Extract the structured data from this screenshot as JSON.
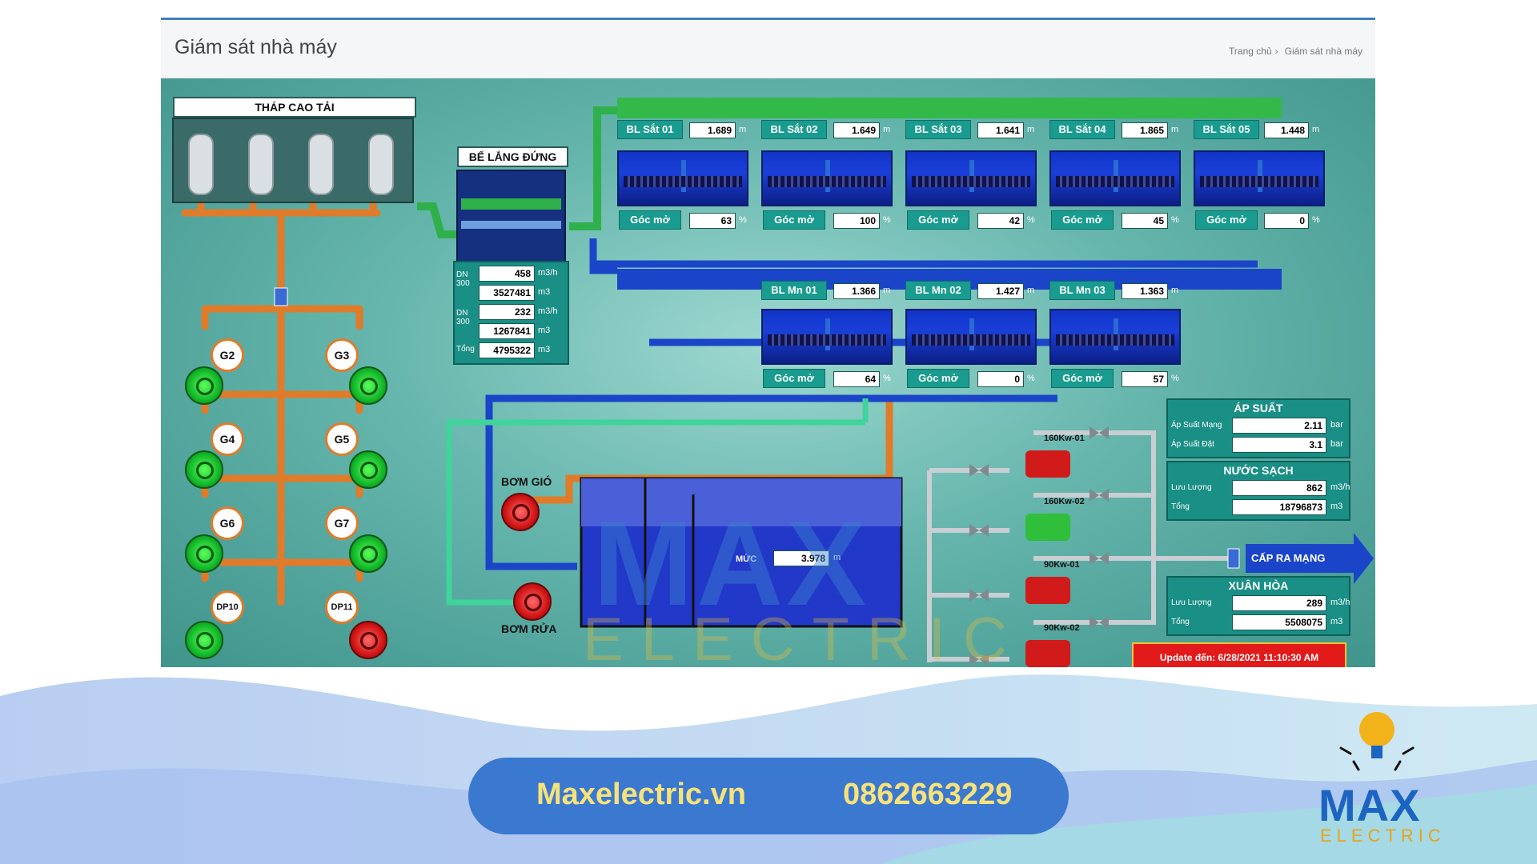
{
  "page": {
    "title": "Giám sát nhà máy",
    "breadcrumb": [
      "Trang chủ",
      "Giám sát nhà máy"
    ]
  },
  "colors": {
    "accent_blue": "#3b78cf",
    "alarm_red": "#e31a1a",
    "pipe_orange": "#e07b2a",
    "pipe_green": "#2fb04a",
    "pipe_blue": "#1b45c8",
    "pump_green": "#13b82a",
    "pump_red": "#d11515"
  },
  "labels": {
    "thap_cao_tai": "THÁP CAO TẢI",
    "be_lang_dung": "BỂ LẮNG ĐỨNG",
    "bom_gio": "BƠM GIÓ",
    "bom_rua": "BƠM RỬA",
    "muc": "MỨC",
    "cap_ra_mang": "CẤP RA MẠNG"
  },
  "filters_fe": [
    {
      "name": "BL Sắt 01",
      "value": "1.689",
      "unit": "m",
      "open_label": "Góc mở",
      "open": "63",
      "open_unit": "%"
    },
    {
      "name": "BL Sắt 02",
      "value": "1.649",
      "unit": "m",
      "open_label": "Góc mở",
      "open": "100",
      "open_unit": "%"
    },
    {
      "name": "BL Sắt 03",
      "value": "1.641",
      "unit": "m",
      "open_label": "Góc mở",
      "open": "42",
      "open_unit": "%"
    },
    {
      "name": "BL Sắt 04",
      "value": "1.865",
      "unit": "m",
      "open_label": "Góc mở",
      "open": "45",
      "open_unit": "%"
    },
    {
      "name": "BL Sắt 05",
      "value": "1.448",
      "unit": "m",
      "open_label": "Góc mở",
      "open": "0",
      "open_unit": "%"
    }
  ],
  "filters_mn": [
    {
      "name": "BL Mn 01",
      "value": "1.366",
      "unit": "m",
      "open_label": "Góc mở",
      "open": "64",
      "open_unit": "%"
    },
    {
      "name": "BL Mn 02",
      "value": "1.427",
      "unit": "m",
      "open_label": "Góc mở",
      "open": "0",
      "open_unit": "%"
    },
    {
      "name": "BL Mn 03",
      "value": "1.363",
      "unit": "m",
      "open_label": "Góc mở",
      "open": "57",
      "open_unit": "%"
    }
  ],
  "flow_meters": [
    {
      "label": "DN 300",
      "flow": "458",
      "flow_unit": "m3/h",
      "total": "3527481",
      "total_unit": "m3"
    },
    {
      "label": "DN 300",
      "flow": "232",
      "flow_unit": "m3/h",
      "total": "1267841",
      "total_unit": "m3"
    }
  ],
  "flow_total": {
    "label": "Tổng",
    "value": "4795322",
    "unit": "m3"
  },
  "wells": [
    "G2",
    "G3",
    "G4",
    "G5",
    "G6",
    "G7",
    "DP10",
    "DP11"
  ],
  "tank_level": {
    "value": "3.978",
    "unit": "m"
  },
  "pumps": [
    "160Kw-01",
    "160Kw-02",
    "90Kw-01",
    "90Kw-02"
  ],
  "ap_suat": {
    "title": "ÁP SUẤT",
    "rows": [
      {
        "label": "Áp Suất Mạng",
        "value": "2.11",
        "unit": "bar"
      },
      {
        "label": "Áp Suất Đặt",
        "value": "3.1",
        "unit": "bar"
      }
    ]
  },
  "nuoc_sach": {
    "title": "NƯỚC SẠCH",
    "rows": [
      {
        "label": "Lưu Lượng",
        "value": "862",
        "unit": "m3/h"
      },
      {
        "label": "Tổng",
        "value": "18796873",
        "unit": "m3"
      }
    ]
  },
  "xuan_hoa": {
    "title": "XUÂN HÒA",
    "rows": [
      {
        "label": "Lưu Lượng",
        "value": "289",
        "unit": "m3/h"
      },
      {
        "label": "Tổng",
        "value": "5508075",
        "unit": "m3"
      }
    ]
  },
  "update": "Update đến: 6/28/2021 11:10:30 AM",
  "watermark": {
    "line1": "MAX",
    "line2": "ELECTRIC"
  },
  "contact": {
    "website": "Maxelectric.vn",
    "phone": "0862663229"
  },
  "logo": {
    "line1": "MAX",
    "line2": "ELECTRIC"
  }
}
